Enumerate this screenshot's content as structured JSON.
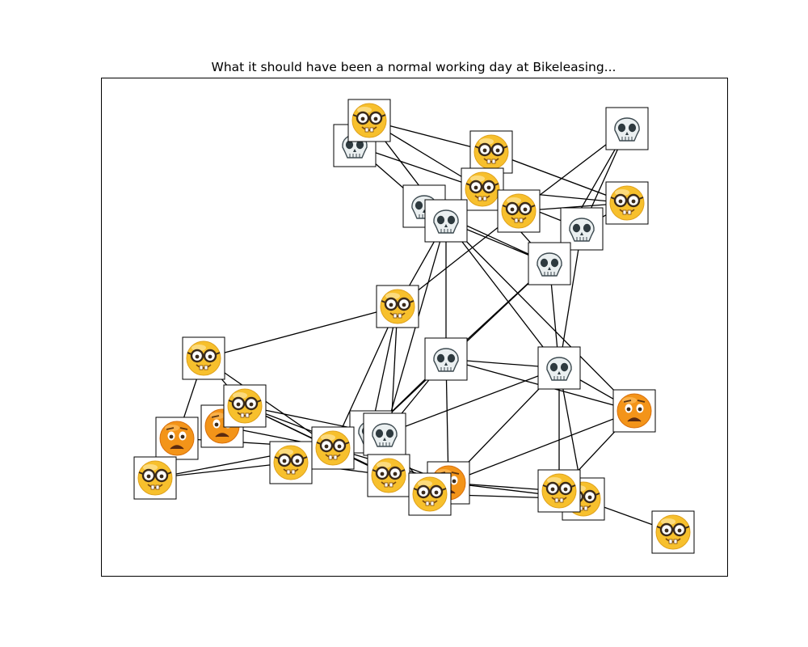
{
  "title": "What it should have been a normal working day at Bikeleasing...",
  "colors": {
    "background": "#ffffff",
    "frame": "#000000",
    "edge": "#000000",
    "node_box_fill": "#ffffff",
    "nerd_face": "#f7c02d",
    "worried_face": "#f39419",
    "skull": "#eaeff0"
  },
  "node_types": {
    "nerd": "nerd-face-icon",
    "skull": "skull-icon",
    "worried": "worried-face-icon"
  },
  "graph": {
    "nodes": [
      {
        "id": "skull-top-left",
        "type": "skull"
      },
      {
        "id": "nerd-top-left",
        "type": "nerd"
      },
      {
        "id": "skull-top-right",
        "type": "skull"
      },
      {
        "id": "nerd-top-mid",
        "type": "nerd"
      },
      {
        "id": "nerd-right",
        "type": "nerd"
      },
      {
        "id": "skull-mid-a",
        "type": "skull"
      },
      {
        "id": "nerd-center-top",
        "type": "nerd"
      },
      {
        "id": "skull-mid-b",
        "type": "skull"
      },
      {
        "id": "nerd-center-right",
        "type": "nerd"
      },
      {
        "id": "skull-right-a",
        "type": "skull"
      },
      {
        "id": "skull-right-b",
        "type": "skull"
      },
      {
        "id": "nerd-middle",
        "type": "nerd"
      },
      {
        "id": "nerd-left",
        "type": "nerd"
      },
      {
        "id": "skull-center",
        "type": "skull"
      },
      {
        "id": "skull-center-right",
        "type": "skull"
      },
      {
        "id": "worried-right",
        "type": "worried"
      },
      {
        "id": "worried-left-b",
        "type": "worried"
      },
      {
        "id": "nerd-left-b",
        "type": "nerd"
      },
      {
        "id": "worried-left-a",
        "type": "worried"
      },
      {
        "id": "skull-low-a",
        "type": "skull"
      },
      {
        "id": "nerd-low-a",
        "type": "nerd"
      },
      {
        "id": "skull-low-b",
        "type": "skull"
      },
      {
        "id": "nerd-low-left",
        "type": "nerd"
      },
      {
        "id": "nerd-far-left",
        "type": "nerd"
      },
      {
        "id": "worried-low",
        "type": "worried"
      },
      {
        "id": "nerd-low-b",
        "type": "nerd"
      },
      {
        "id": "nerd-low-c",
        "type": "nerd"
      },
      {
        "id": "nerd-low-right-b",
        "type": "nerd"
      },
      {
        "id": "nerd-low-right-a",
        "type": "nerd"
      },
      {
        "id": "nerd-bottom-right",
        "type": "nerd"
      }
    ],
    "edges": [
      [
        "nerd-top-left",
        "nerd-top-mid"
      ],
      [
        "nerd-top-left",
        "nerd-center-top"
      ],
      [
        "nerd-top-left",
        "skull-mid-b"
      ],
      [
        "skull-top-left",
        "skull-mid-a"
      ],
      [
        "skull-top-left",
        "nerd-center-top"
      ],
      [
        "nerd-top-mid",
        "nerd-right"
      ],
      [
        "nerd-top-mid",
        "nerd-center-top"
      ],
      [
        "skull-top-right",
        "skull-right-a"
      ],
      [
        "skull-top-right",
        "skull-right-b"
      ],
      [
        "skull-top-right",
        "nerd-center-right"
      ],
      [
        "nerd-center-top",
        "nerd-right"
      ],
      [
        "nerd-center-top",
        "skull-right-a"
      ],
      [
        "nerd-center-top",
        "skull-right-b"
      ],
      [
        "skull-mid-a",
        "skull-right-b"
      ],
      [
        "skull-mid-a",
        "nerd-center-right"
      ],
      [
        "skull-mid-b",
        "skull-right-b"
      ],
      [
        "skull-mid-b",
        "skull-center-right"
      ],
      [
        "skull-mid-b",
        "skull-center"
      ],
      [
        "skull-mid-b",
        "nerd-middle"
      ],
      [
        "skull-mid-b",
        "skull-low-b"
      ],
      [
        "nerd-center-right",
        "nerd-right"
      ],
      [
        "nerd-center-right",
        "nerd-middle"
      ],
      [
        "skull-right-a",
        "nerd-right"
      ],
      [
        "skull-right-b",
        "skull-center-right"
      ],
      [
        "skull-right-b",
        "skull-center"
      ],
      [
        "skull-right-b",
        "skull-low-a"
      ],
      [
        "skull-right-a",
        "skull-center-right"
      ],
      [
        "nerd-middle",
        "nerd-left"
      ],
      [
        "nerd-middle",
        "nerd-low-a"
      ],
      [
        "nerd-middle",
        "skull-low-a"
      ],
      [
        "nerd-middle",
        "nerd-low-b"
      ],
      [
        "nerd-left",
        "nerd-left-b"
      ],
      [
        "nerd-left",
        "worried-left-a"
      ],
      [
        "nerd-left",
        "nerd-low-a"
      ],
      [
        "skull-center",
        "skull-center-right"
      ],
      [
        "skull-center",
        "worried-right"
      ],
      [
        "skull-center",
        "skull-low-b"
      ],
      [
        "skull-center",
        "skull-low-a"
      ],
      [
        "skull-center",
        "worried-low"
      ],
      [
        "skull-center-right",
        "worried-right"
      ],
      [
        "skull-center-right",
        "skull-low-b"
      ],
      [
        "skull-center-right",
        "nerd-low-right-a"
      ],
      [
        "skull-center-right",
        "nerd-low-right-b"
      ],
      [
        "skull-center-right",
        "worried-low"
      ],
      [
        "worried-right",
        "nerd-low-right-a"
      ],
      [
        "worried-right",
        "worried-low"
      ],
      [
        "worried-right",
        "skull-mid-b"
      ],
      [
        "nerd-left-b",
        "nerd-low-a"
      ],
      [
        "nerd-left-b",
        "worried-low"
      ],
      [
        "nerd-left-b",
        "skull-low-a"
      ],
      [
        "nerd-left-b",
        "nerd-low-b"
      ],
      [
        "worried-left-b",
        "nerd-low-a"
      ],
      [
        "worried-left-a",
        "nerd-low-a"
      ],
      [
        "worried-left-a",
        "nerd-far-left"
      ],
      [
        "nerd-low-left",
        "nerd-low-a"
      ],
      [
        "nerd-low-left",
        "nerd-far-left"
      ],
      [
        "nerd-low-left",
        "worried-low"
      ],
      [
        "nerd-far-left",
        "skull-low-b"
      ],
      [
        "nerd-low-a",
        "worried-low"
      ],
      [
        "nerd-low-a",
        "nerd-low-c"
      ],
      [
        "skull-low-b",
        "nerd-low-b"
      ],
      [
        "skull-low-b",
        "nerd-low-c"
      ],
      [
        "nerd-low-b",
        "nerd-low-c"
      ],
      [
        "worried-low",
        "nerd-low-right-b"
      ],
      [
        "worried-low",
        "nerd-low-right-a"
      ],
      [
        "nerd-low-c",
        "nerd-low-right-b"
      ],
      [
        "nerd-low-right-a",
        "nerd-bottom-right"
      ]
    ]
  }
}
